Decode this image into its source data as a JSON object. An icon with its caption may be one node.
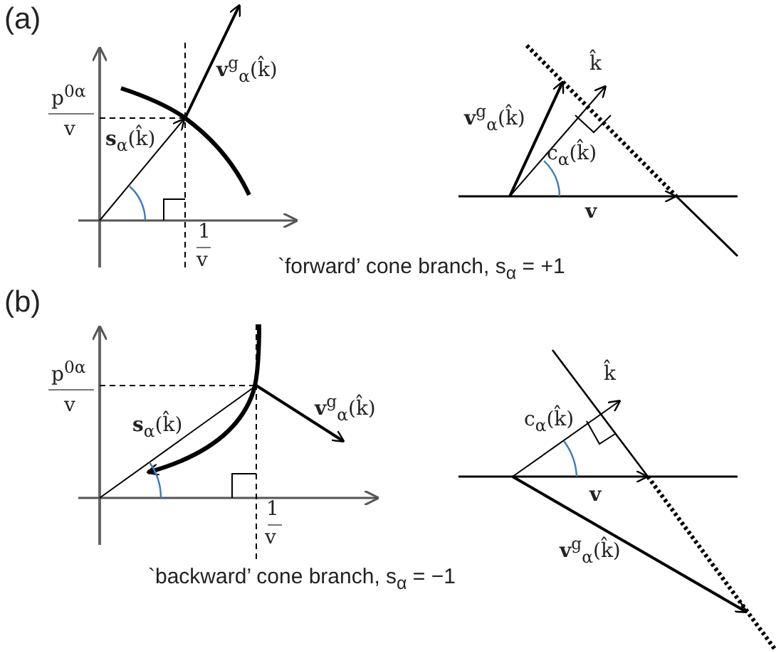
{
  "diagram": {
    "labels": [
      "(a)",
      "p$^{0α}$",
      "v",
      "**s**$_{α}$(k̂)",
      "**v**$^{g}$$_{α}$(k̂)",
      "1",
      "v",
      "k̂",
      "**v**$^{g}$$_{α}$(k̂)",
      "c$_{α}$(k̂)",
      "v",
      "`forward’ cone branch,  s$_{α}$ = +1",
      "(b)",
      "p$^{0α}$",
      "v",
      "**s**$_{α}$(k̂)",
      "**v**$^{g}$$_{α}$(k̂)",
      "1",
      "v",
      "k̂",
      "c$_{α}$(k̂)",
      "v",
      "**v**$^{g}$$_{α}$(k̂)",
      "`backward’ cone branch, s$_{α}$ = −1"
    ]
  }
}
